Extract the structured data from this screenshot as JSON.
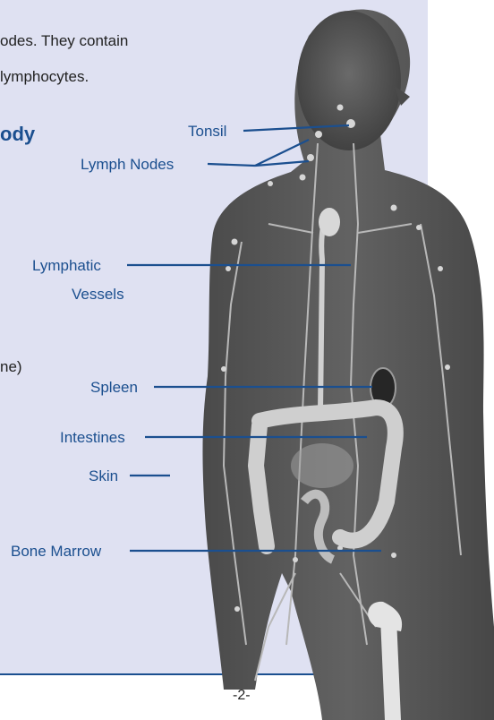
{
  "text": {
    "line1": "odes. They contain",
    "line2": "lymphocytes.",
    "heading": "ody",
    "fragment": "ne)",
    "page_number": "-2-"
  },
  "labels": {
    "tonsil": "Tonsil",
    "lymph_nodes": "Lymph Nodes",
    "lymphatic_vessels_1": "Lymphatic",
    "lymphatic_vessels_2": "Vessels",
    "spleen": "Spleen",
    "intestines": "Intestines",
    "skin": "Skin",
    "bone_marrow": "Bone Marrow"
  },
  "colors": {
    "panel": "#dfe1f2",
    "accent": "#1b4f8f",
    "figure": "#5a5a5a"
  }
}
